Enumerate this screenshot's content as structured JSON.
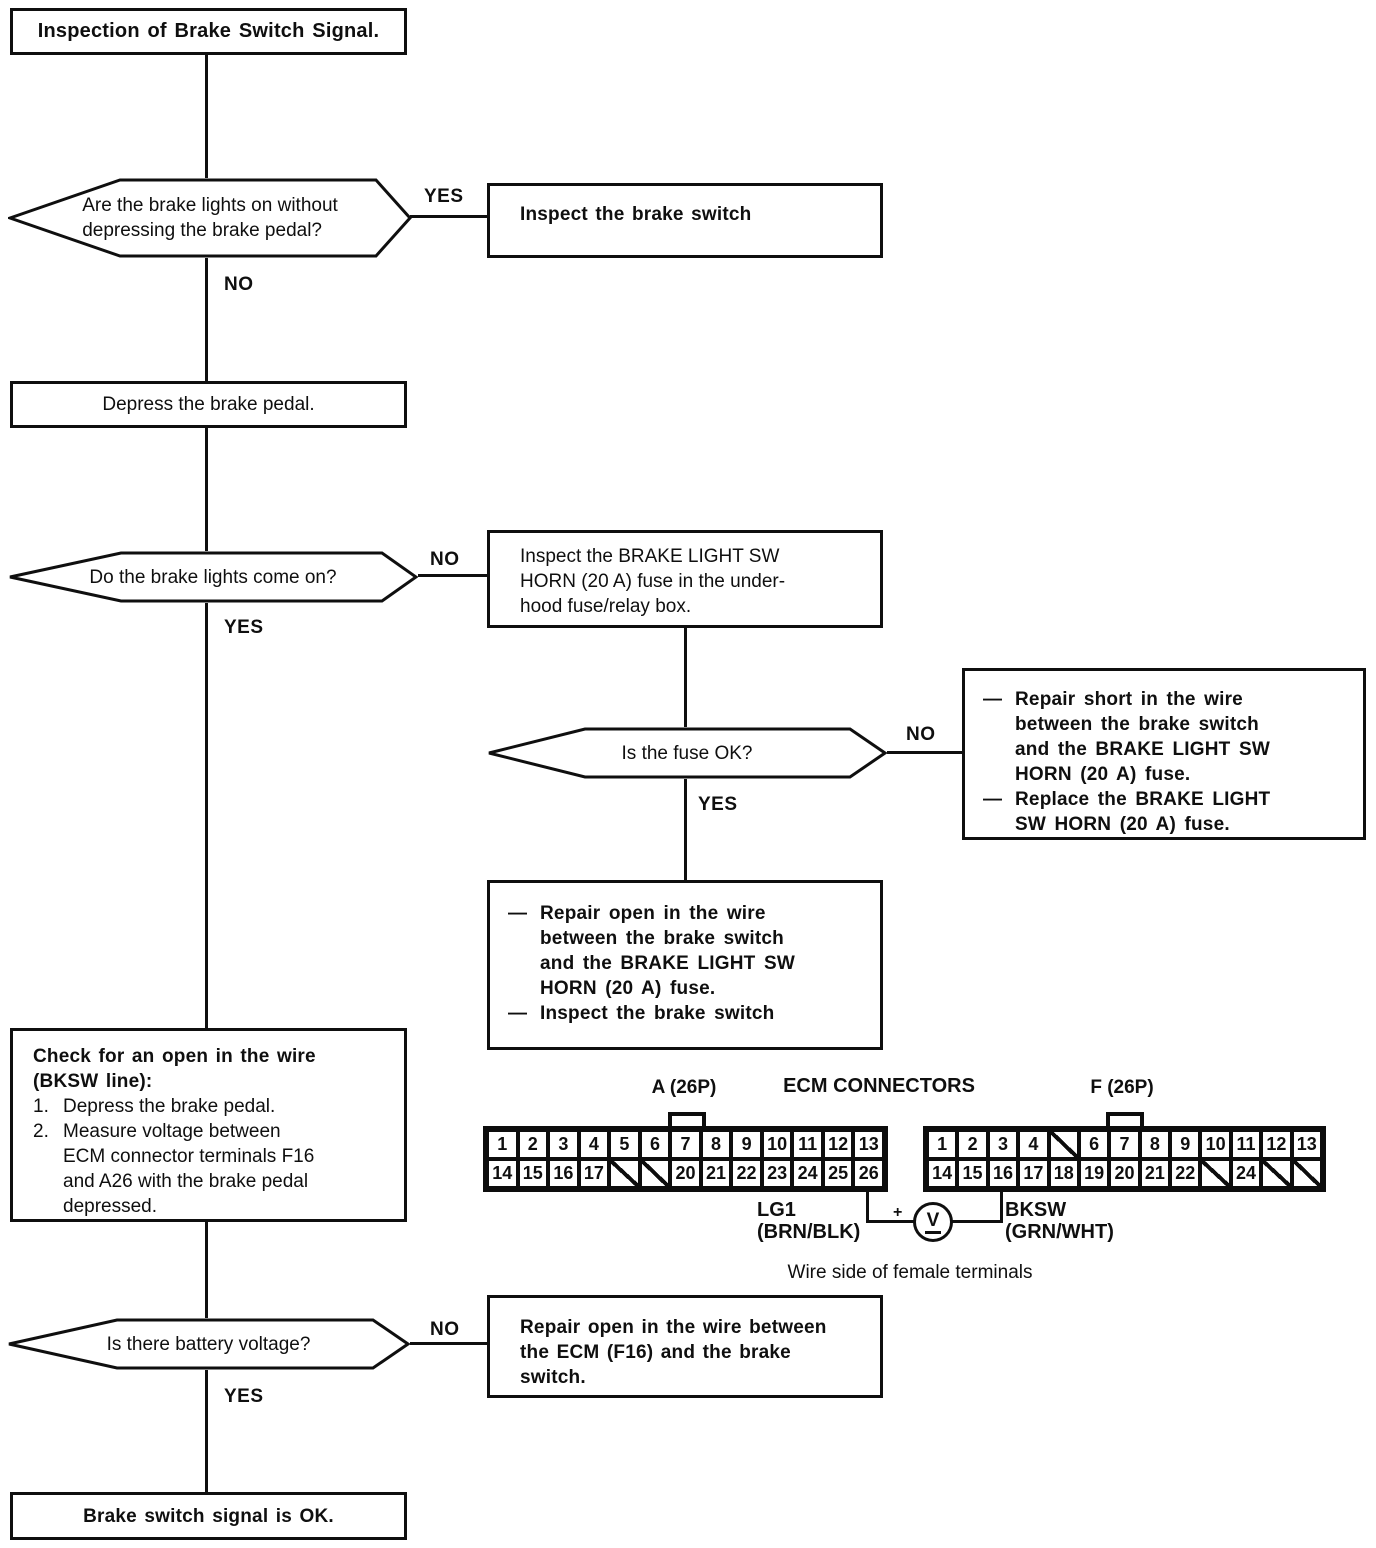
{
  "flow": {
    "title": "Inspection of Brake Switch Signal.",
    "q1": {
      "text": "Are the brake lights on without\ndepressing the brake pedal?",
      "yes": "YES",
      "no": "NO"
    },
    "action_inspect_switch": "Inspect the brake switch",
    "action_depress": "Depress the brake pedal.",
    "q2": {
      "text": "Do the brake lights come on?",
      "no": "NO",
      "yes": "YES"
    },
    "action_inspect_fuse": "Inspect the BRAKE LIGHT SW\nHORN (20 A) fuse in the under-\nhood fuse/relay box.",
    "q3": {
      "text": "Is the fuse OK?",
      "no": "NO",
      "yes": "YES"
    },
    "repair_short": {
      "bullet": "—",
      "items": [
        "Repair short in the wire\nbetween the brake switch\nand the BRAKE LIGHT SW\nHORN (20 A) fuse.",
        "Replace the BRAKE LIGHT\nSW HORN (20 A) fuse."
      ]
    },
    "repair_open": {
      "bullet": "—",
      "items": [
        "Repair open in the wire\nbetween the brake switch\nand the BRAKE LIGHT SW\nHORN (20 A) fuse.",
        "Inspect the brake switch"
      ]
    },
    "check_wire": {
      "heading": "Check for an open in the wire\n(BKSW line):",
      "steps": [
        {
          "num": "1.",
          "text": "Depress the brake pedal."
        },
        {
          "num": "2.",
          "text": "Measure voltage between\nECM connector terminals F16\nand A26 with the brake pedal\ndepressed."
        }
      ]
    },
    "q4": {
      "text": "Is there battery voltage?",
      "no": "NO",
      "yes": "YES"
    },
    "action_repair_ecm": "Repair open in the wire between\nthe ECM (F16) and the brake\nswitch.",
    "final": "Brake switch signal is OK."
  },
  "connectors": {
    "section_title": "ECM CONNECTORS",
    "a": {
      "label": "A (26P)",
      "rows": [
        [
          "1",
          "2",
          "3",
          "4",
          "5",
          "6",
          "7",
          "8",
          "9",
          "10",
          "11",
          "12",
          "13"
        ],
        [
          "14",
          "15",
          "16",
          "17",
          "/",
          "/",
          "20",
          "21",
          "22",
          "23",
          "24",
          "25",
          "26"
        ]
      ]
    },
    "f": {
      "label": "F (26P)",
      "rows": [
        [
          "1",
          "2",
          "3",
          "4",
          "/",
          "6",
          "7",
          "8",
          "9",
          "10",
          "11",
          "12",
          "13"
        ],
        [
          "14",
          "15",
          "16",
          "17",
          "18",
          "19",
          "20",
          "21",
          "22",
          "/",
          "24",
          "/",
          "/"
        ]
      ]
    },
    "wire_a": {
      "name": "LG1",
      "color": "(BRN/BLK)"
    },
    "wire_f": {
      "name": "BKSW",
      "color": "(GRN/WHT)"
    },
    "meter": {
      "symbol": "V",
      "plus": "+"
    },
    "caption": "Wire side of female terminals"
  }
}
